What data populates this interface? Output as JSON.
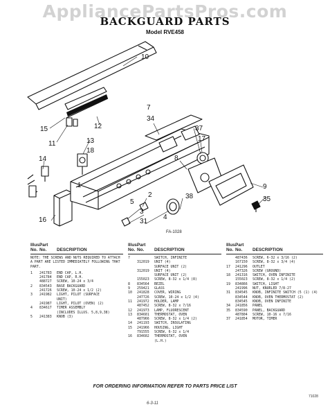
{
  "watermark": "AppliancePartsPros.com",
  "title": "BACKGUARD PARTS",
  "model": "Model RVE458",
  "diagram_ref": "FA-1028",
  "callouts": [
    "10",
    "7",
    "34",
    "15",
    "12",
    "11",
    "13",
    "18",
    "14",
    "37",
    "17",
    "8",
    "9",
    "2",
    "35",
    "3",
    "31",
    "38",
    "16",
    "1",
    "5",
    "4"
  ],
  "table": {
    "header": [
      "Illus.",
      "Part",
      "No.",
      "No.",
      "DESCRIPTION"
    ],
    "note": "NOTE: THE SCREWS AND NUTS REQUIRED TO ATTACH A PART ARE LISTED IMMEDIATELY FOLLOWING THAT PART.",
    "col1": [
      {
        "no": "1",
        "part": "241783",
        "desc": "END CAP, L.H."
      },
      {
        "no": "",
        "part": "241784",
        "desc": "END CAP, R.H."
      },
      {
        "no": "",
        "part": "488727",
        "desc": "SCREW, 10-24 x 3/4"
      },
      {
        "no": "2",
        "part": "834543",
        "desc": "BASE BACKGUARD"
      },
      {
        "no": "",
        "part": "241726",
        "desc": "SCREW, 10-24 x 1/2 (2)"
      },
      {
        "no": "3",
        "part": "241982",
        "desc": "LIGHT, PILOT (SURFACE"
      },
      {
        "no": "",
        "part": "",
        "desc": "UNIT)"
      },
      {
        "no": "",
        "part": "241987",
        "desc": "LIGHT, PILOT (OVEN) (2)"
      },
      {
        "no": "4",
        "part": "834617",
        "desc": "TIMER ASSEMBLY"
      },
      {
        "no": "",
        "part": "",
        "desc": "(INCLUDES ILLUS. 5,8,9,38)"
      },
      {
        "no": "5",
        "part": "241383",
        "desc": "KNOB (3)"
      }
    ],
    "col2": [
      {
        "no": "7",
        "part": "",
        "desc": "SWITCH, INFINITE"
      },
      {
        "no": "",
        "part": "312019",
        "desc": "UNIT (4)"
      },
      {
        "no": "",
        "part": "",
        "desc": "SURFACE UNIT (2)"
      },
      {
        "no": "",
        "part": "312019",
        "desc": "UNIT (4)"
      },
      {
        "no": "",
        "part": "",
        "desc": "SURFACE UNIT (2)"
      },
      {
        "no": "",
        "part": "155023",
        "desc": "SCREW, 8-32 x 1/4 (8)"
      },
      {
        "no": "8",
        "part": "834564",
        "desc": "BEZEL"
      },
      {
        "no": "9",
        "part": "259421",
        "desc": "GLASS"
      },
      {
        "no": "10",
        "part": "241828",
        "desc": "COVER, WIRING"
      },
      {
        "no": "",
        "part": "247726",
        "desc": "SCREW, 10-24 x 1/2 (4)"
      },
      {
        "no": "11",
        "part": "241972",
        "desc": "HOLDER, LAMP"
      },
      {
        "no": "",
        "part": "487452",
        "desc": "SCREW, 8-32 x 7/16"
      },
      {
        "no": "12",
        "part": "241973",
        "desc": "LAMP, FLUORESCENT"
      },
      {
        "no": "13",
        "part": "834601",
        "desc": "THERMOSTAT, OVEN"
      },
      {
        "no": "",
        "part": "487966",
        "desc": "SCREW, 8-32 x 1/4 (2)"
      },
      {
        "no": "14",
        "part": "241193",
        "desc": "SWITCH, INSULATING"
      },
      {
        "no": "15",
        "part": "241966",
        "desc": "HOUSING, LIGHT"
      },
      {
        "no": "",
        "part": "791555",
        "desc": "SCREW, 6-32 x 1/4"
      },
      {
        "no": "16",
        "part": "834602",
        "desc": "THERMOSTAT, OVEN"
      },
      {
        "no": "",
        "part": "",
        "desc": "(L.H.)"
      }
    ],
    "col3": [
      {
        "no": "",
        "part": "487436",
        "desc": "SCREW, 6-32 x 3/16 (2)"
      },
      {
        "no": "",
        "part": "167150",
        "desc": "SCREW, 8-32 x 3/4 (4)"
      },
      {
        "no": "17",
        "part": "241296",
        "desc": "OUTLET"
      },
      {
        "no": "",
        "part": "247326",
        "desc": "SCREW (GROUND)"
      },
      {
        "no": "18",
        "part": "241316",
        "desc": "SWITCH, OVEN INFINITE"
      },
      {
        "no": "",
        "part": "155023",
        "desc": "SCREW, 8-32 x 1/4 (2)"
      },
      {
        "no": "19",
        "part": "834866",
        "desc": "SWITCH, LIGHT"
      },
      {
        "no": "",
        "part": "241996",
        "desc": "NUT, KNURLED 7/8-27"
      },
      {
        "no": "31",
        "part": "834545",
        "desc": "KNOB, INFINITE SWITCH (5 (1) (4)"
      },
      {
        "no": "",
        "part": "834544",
        "desc": "KNOB, OVEN THERMOSTAT (2)"
      },
      {
        "no": "",
        "part": "834545",
        "desc": "KNOB, OVEN INFINITE"
      },
      {
        "no": "34",
        "part": "241856",
        "desc": "PANEL"
      },
      {
        "no": "35",
        "part": "834590",
        "desc": "PANEL, BACKGUARD"
      },
      {
        "no": "",
        "part": "487804",
        "desc": "SCREW, 10-16 x 7/16"
      },
      {
        "no": "37",
        "part": "241854",
        "desc": "MOTOR, TIMER"
      }
    ]
  },
  "footer": "FOR ORDERING INFORMATION REFER TO PARTS PRICE LIST",
  "signature": "6-3-11",
  "page_code": "71028"
}
